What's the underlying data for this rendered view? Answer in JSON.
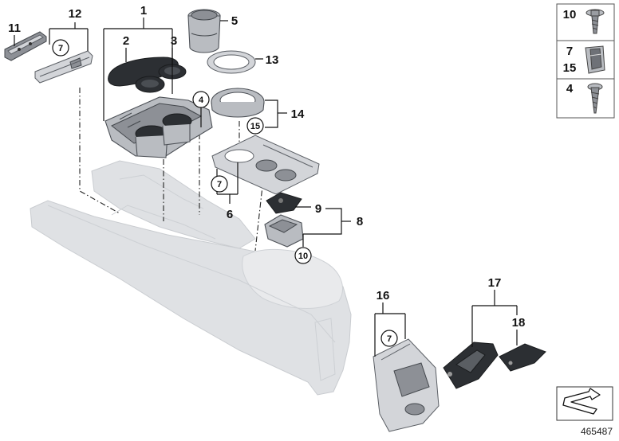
{
  "callouts": [
    {
      "id": "c1",
      "text": "1"
    },
    {
      "id": "c2",
      "text": "2"
    },
    {
      "id": "c3",
      "text": "3"
    },
    {
      "id": "c4",
      "text": "4"
    },
    {
      "id": "c5",
      "text": "5"
    },
    {
      "id": "c6",
      "text": "6"
    },
    {
      "id": "c7a",
      "text": "7"
    },
    {
      "id": "c7b",
      "text": "7"
    },
    {
      "id": "c7c",
      "text": "7"
    },
    {
      "id": "c8",
      "text": "8"
    },
    {
      "id": "c9",
      "text": "9"
    },
    {
      "id": "c10",
      "text": "10"
    },
    {
      "id": "c11",
      "text": "11"
    },
    {
      "id": "c12",
      "text": "12"
    },
    {
      "id": "c13",
      "text": "13"
    },
    {
      "id": "c14",
      "text": "14"
    },
    {
      "id": "c15",
      "text": "15"
    },
    {
      "id": "c16",
      "text": "16"
    },
    {
      "id": "c17",
      "text": "17"
    },
    {
      "id": "c18",
      "text": "18"
    }
  ],
  "hardware_key": [
    {
      "labels": [
        "10"
      ]
    },
    {
      "labels": [
        "7",
        "15"
      ]
    },
    {
      "labels": [
        "4"
      ]
    }
  ],
  "diagram_number": "465487",
  "colors": {
    "console": "#dfe1e4",
    "part": "#b9bcc1",
    "dark_insert": "#2c2f33",
    "callout_line": "#111111"
  }
}
